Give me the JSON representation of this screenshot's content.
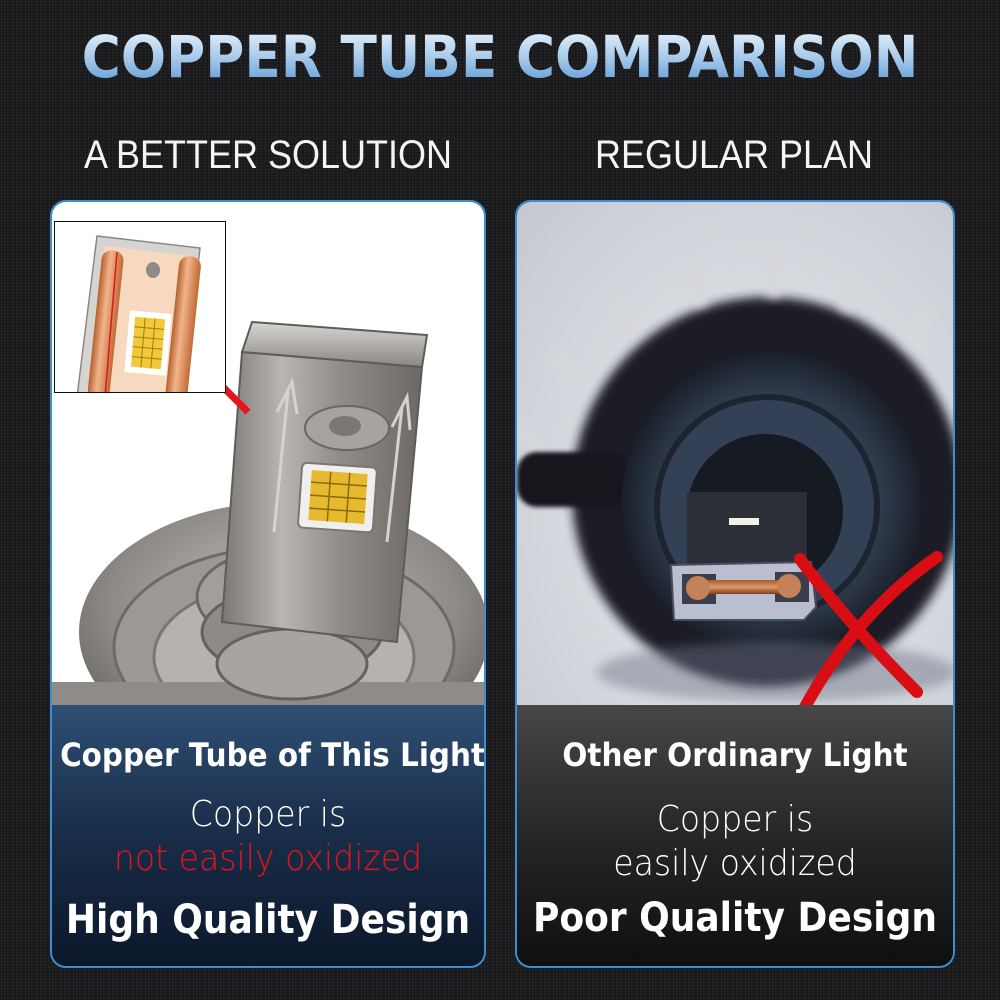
{
  "header": {
    "title": "COPPER TUBE COMPARISON",
    "left_subtitle": "A BETTER SOLUTION",
    "right_subtitle": "REGULAR PLAN"
  },
  "panels": {
    "left": {
      "heading": "Copper Tube of This Light",
      "line1": "Copper is",
      "line2": "not easily oxidized",
      "footer": "High Quality Design",
      "image": "led-bulb-with-copper-tube-inset",
      "inset_label": "copper-tube-closeup",
      "indicator": "red-arrow"
    },
    "right": {
      "heading": "Other Ordinary Light",
      "line1": "Copper is",
      "line2": "easily oxidized",
      "footer": "Poor Quality Design",
      "image": "ordinary-bulb-oxidized-copper",
      "indicator": "red-x-mark"
    }
  },
  "colors": {
    "background": "#1b1b1d",
    "panel_border": "#3b8fd1",
    "title_gradient_top": "#e6f1fb",
    "title_gradient_bottom": "#5a9ad6",
    "left_textbox_top": "#2f4f74",
    "left_textbox_bottom": "#0b1629",
    "right_textbox_top": "#474747",
    "right_textbox_bottom": "#0e0e0e",
    "highlight_red": "#e3141b",
    "copper": "#d98c55",
    "led_yellow": "#f2c93a"
  }
}
